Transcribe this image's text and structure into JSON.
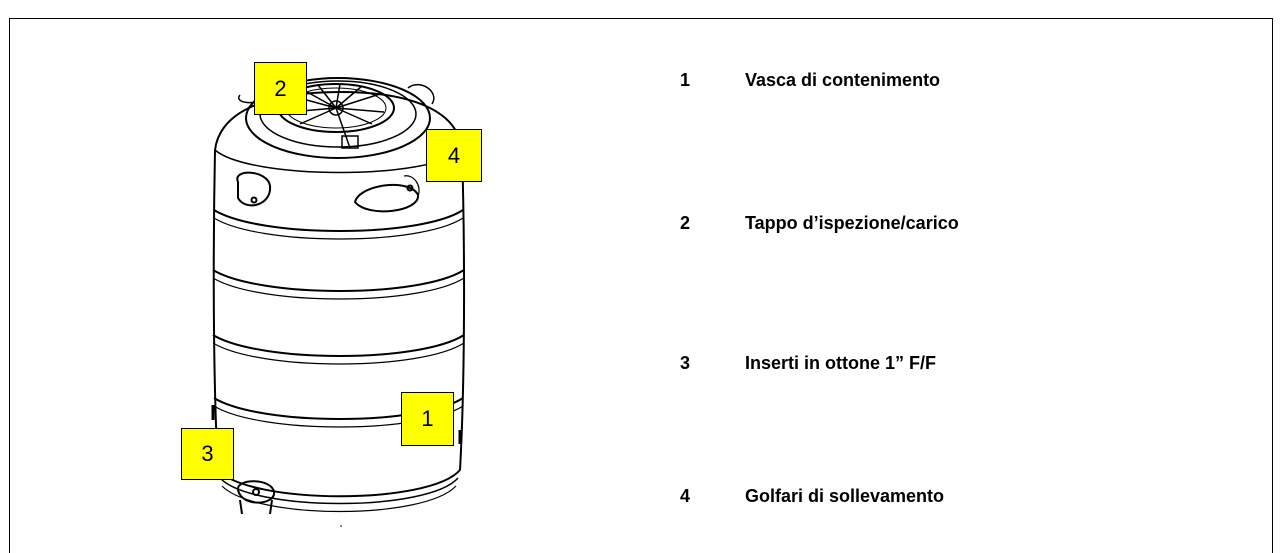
{
  "legend": [
    {
      "number": "1",
      "label": "Vasca di contenimento"
    },
    {
      "number": "2",
      "label": "Tappo d’ispezione/carico"
    },
    {
      "number": "3",
      "label": "Inserti in ottone 1” F/F"
    },
    {
      "number": "4",
      "label": "Golfari di sollevamento"
    }
  ],
  "callouts": {
    "c1": "1",
    "c2": "2",
    "c3": "3",
    "c4": "4"
  },
  "colors": {
    "callout_fill": "#ffff00",
    "line": "#000000"
  }
}
